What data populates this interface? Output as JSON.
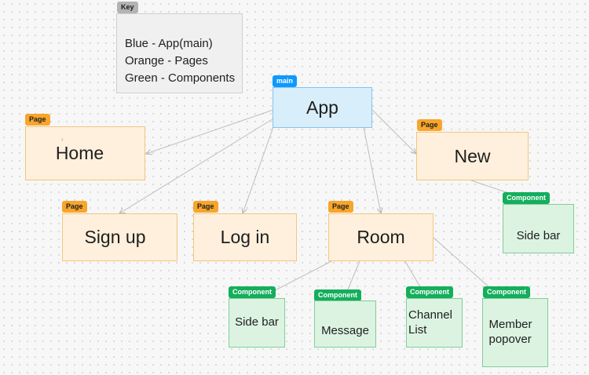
{
  "key": {
    "tag": "Key",
    "lines": [
      "Blue - App(main)",
      "Orange - Pages",
      "Green - Components"
    ]
  },
  "colors": {
    "main": "#0d99ff",
    "page": "#f8a52b",
    "component": "#14ae5c"
  },
  "nodes": {
    "app": {
      "tag": "main",
      "label": "App"
    },
    "home": {
      "tag": "Page",
      "label": "Home"
    },
    "new": {
      "tag": "Page",
      "label": "New"
    },
    "signup": {
      "tag": "Page",
      "label": "Sign up"
    },
    "login": {
      "tag": "Page",
      "label": "Log in"
    },
    "room": {
      "tag": "Page",
      "label": "Room"
    },
    "new_sidebar": {
      "tag": "Component",
      "label": "Side bar"
    },
    "room_sidebar": {
      "tag": "Component",
      "label": "Side bar"
    },
    "message": {
      "tag": "Component",
      "label": "Message"
    },
    "channel_list": {
      "tag": "Component",
      "label": "Channel\nList"
    },
    "member_popover": {
      "tag": "Component",
      "label": "Member\npopover"
    }
  }
}
